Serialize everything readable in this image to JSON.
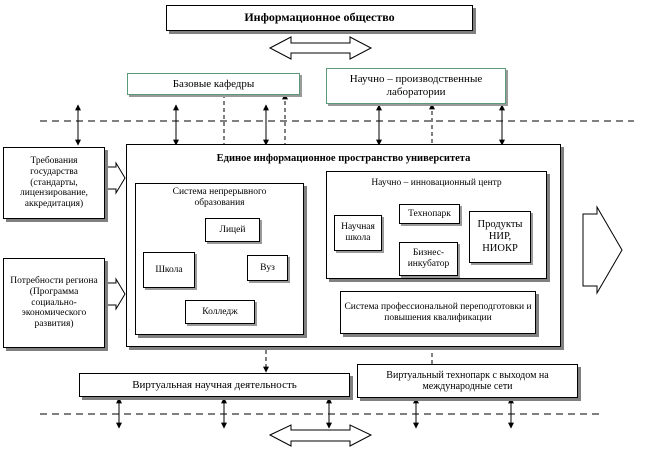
{
  "top_title": "Информационное общество",
  "base_departments": "Базовые кафедры",
  "research_labs": "Научно – производственные лаборатории",
  "requirements": "Требования государства (стандарты, лицензирование, аккредитация)",
  "region_needs": "Потребности региона (Программа социально-экономического развития)",
  "unified_space_title": "Единое информационное пространство университета",
  "continuous_ed": {
    "title": "Система непрерывного образования",
    "lyceum": "Лицей",
    "school": "Школа",
    "university": "Вуз",
    "college": "Колледж"
  },
  "innovation_center": {
    "title": "Научно – инновационный центр",
    "science_school": "Научная школа",
    "technopark": "Технопарк",
    "business_incubator": "Бизнес-инкубатор",
    "products": "Продукты НИР, НИОКР"
  },
  "professional_retraining": "Система профессиональной переподготовки и повышения квалификации",
  "virtual_research": "Виртуальная научная деятельность",
  "virtual_technopark": "Виртуальный технопарк с выходом на международные сети"
}
